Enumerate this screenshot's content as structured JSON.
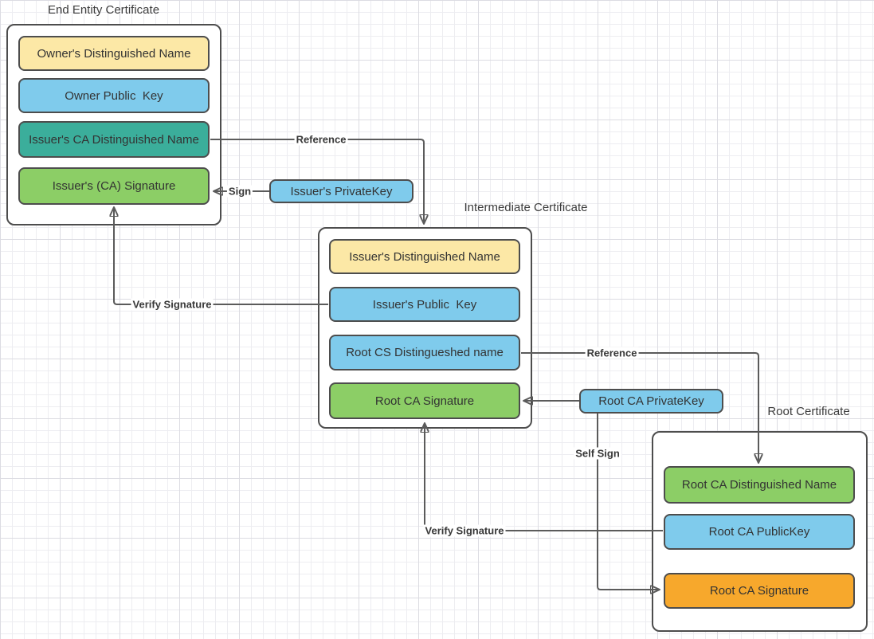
{
  "colors": {
    "yellow": "#FCE8A6",
    "blue": "#7FCBEC",
    "teal": "#3BAE9B",
    "green": "#8CCE66",
    "orange": "#F7A82C",
    "container_fill": "#FFFFFF",
    "border": "#4D4D4D",
    "edge": "#5B5B5B",
    "background": "#FFFFFF"
  },
  "containers": [
    {
      "title": "End Entity Certificate",
      "boxes": [
        {
          "label": "Owner's Distinguished Name",
          "color": "yellow"
        },
        {
          "label": "Owner Public  Key",
          "color": "blue"
        },
        {
          "label": "Issuer's CA Distinguished Name",
          "color": "teal"
        },
        {
          "label": "Issuer's (CA) Signature",
          "color": "green"
        }
      ]
    },
    {
      "title": "Intermediate Certificate",
      "boxes": [
        {
          "label": "Issuer's Distinguished Name",
          "color": "yellow"
        },
        {
          "label": "Issuer's Public  Key",
          "color": "blue"
        },
        {
          "label": "Root CS Distingueshed name",
          "color": "blue"
        },
        {
          "label": "Root CA Signature",
          "color": "green"
        }
      ]
    },
    {
      "title": "Root Certificate",
      "boxes": [
        {
          "label": "Root CA Distinguished Name",
          "color": "green"
        },
        {
          "label": "Root CA PublicKey",
          "color": "blue"
        },
        {
          "label": "Root CA Signature",
          "color": "orange"
        }
      ]
    }
  ],
  "keys": [
    {
      "label": "Issuer's PrivateKey",
      "color": "blue"
    },
    {
      "label": "Root CA PrivateKey",
      "color": "blue"
    }
  ],
  "edges": [
    {
      "label": "Reference",
      "from": "Issuer's CA Distinguished Name",
      "to": "Intermediate Certificate"
    },
    {
      "label": "Sign",
      "from": "Issuer's PrivateKey",
      "to": "Issuer's (CA) Signature"
    },
    {
      "label": "Verify Signature",
      "from": "Issuer's Public  Key",
      "to": "Issuer's (CA) Signature"
    },
    {
      "label": "Reference",
      "from": "Root CS Distingueshed name",
      "to": "Root CA Distinguished Name"
    },
    {
      "label": "",
      "from": "Root CA PrivateKey",
      "to": "Root CA Signature (Intermediate Certificate)"
    },
    {
      "label": "Self Sign",
      "from": "Root CA PrivateKey",
      "to": "Root CA Signature (Root Certificate)"
    },
    {
      "label": "Verify Signature",
      "from": "Root CA PublicKey",
      "to": "Root CA Signature (Intermediate Certificate)"
    }
  ]
}
